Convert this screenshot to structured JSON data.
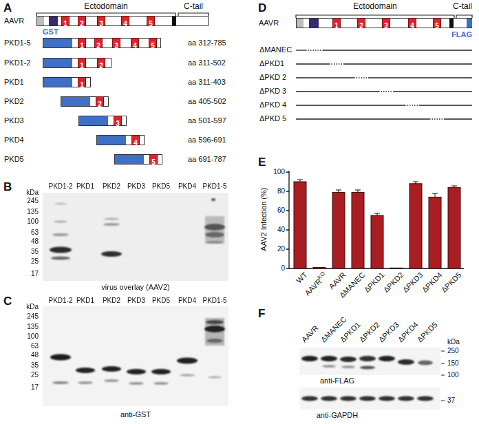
{
  "diagram": {
    "nodes": [
      {
        "text": [
          "AAVR"
        ]
      },
      {
        "text": [
          "1"
        ],
        "in": 0
      },
      {
        "text": [
          "2"
        ],
        "in": 0
      },
      {
        "text": [
          "3"
        ],
        "in": 0
      },
      {
        "text": [
          "4"
        ],
        "in": 0
      },
      {
        "text": [
          "5"
        ],
        "in": 0
      },
      {
        "text": [
          "PKD1-5",
          "aa 312-785"
        ]
      },
      {
        "text": [
          "1"
        ],
        "in": 6
      },
      {
        "text": [
          "2"
        ],
        "in": 6
      },
      {
        "text": [
          "3"
        ],
        "in": 6
      },
      {
        "text": [
          "4"
        ],
        "in": 6
      },
      {
        "text": [
          "5"
        ],
        "in": 6
      },
      {
        "text": [
          "PKD1-2",
          "aa 311-502"
        ]
      },
      {
        "text": [
          "1"
        ],
        "in": 12
      },
      {
        "text": [
          "2"
        ],
        "in": 12
      },
      {
        "text": [
          "PKD1",
          "aa 311-403"
        ]
      },
      {
        "text": [
          "1"
        ],
        "in": 15
      },
      {
        "text": [
          "PKD2",
          "aa 405-502"
        ]
      },
      {
        "text": [
          "2"
        ],
        "in": 17
      },
      {
        "text": [
          "PKD3",
          "aa 501-597"
        ]
      },
      {
        "text": [
          "3"
        ],
        "in": 19
      },
      {
        "text": [
          "PKD4",
          "aa 596-691"
        ]
      },
      {
        "text": [
          "4"
        ],
        "in": 21
      },
      {
        "text": [
          "PKD5",
          "aa 691-787"
        ]
      },
      {
        "text": [
          "5"
        ],
        "in": 23
      },
      {
        "text": [
          "AAVR"
        ]
      },
      {
        "text": [
          "1"
        ],
        "in": 25
      },
      {
        "text": [
          "2"
        ],
        "in": 25
      },
      {
        "text": [
          "3"
        ],
        "in": 25
      },
      {
        "text": [
          "4"
        ],
        "in": 25
      },
      {
        "text": [
          "5"
        ],
        "in": 25
      }
    ],
    "labels": [
      "A",
      "Ectodomain",
      "C-tail",
      "GST",
      "B",
      "PKD1-2",
      "PKD1",
      "PKD2",
      "PKD3",
      "PKD5",
      "PKD4",
      "PKD1-5",
      "kDa",
      "245",
      "135",
      "100",
      "63",
      "48",
      "35",
      "25",
      "17",
      "virus overlay (AAV2)",
      "C",
      "PKD1-2",
      "PKD1",
      "PKD2",
      "PKD3",
      "PKD5",
      "PKD4",
      "PKD1-5",
      "kDa",
      "245",
      "135",
      "100",
      "63",
      "48",
      "35",
      "25",
      "17",
      "anti-GST",
      "D",
      "Ectodomain",
      "C-tail",
      "FLAG",
      "ΔMANEC",
      "ΔPKD1",
      "ΔPKD 2",
      "ΔPKD 3",
      "ΔPKD 4",
      "ΔPKD 5",
      "E",
      "AAV2 Infection (%)",
      "100",
      "80",
      "60",
      "40",
      "20",
      "0",
      "WT",
      "AAVR",
      "KO",
      "AAVR",
      "ΔMANEC",
      "ΔPKD1",
      "ΔPKD2",
      "ΔPKD3",
      "ΔPKD4",
      "ΔPKD5",
      "F",
      "AAVR",
      "ΔMANEC",
      "ΔPKD1",
      "ΔPKD2",
      "ΔPKD3",
      "ΔPKD4",
      "ΔPKD5",
      "kDa",
      "250",
      "150",
      "100",
      "37",
      "anti-FLAG",
      "anti-GAPDH"
    ]
  }
}
